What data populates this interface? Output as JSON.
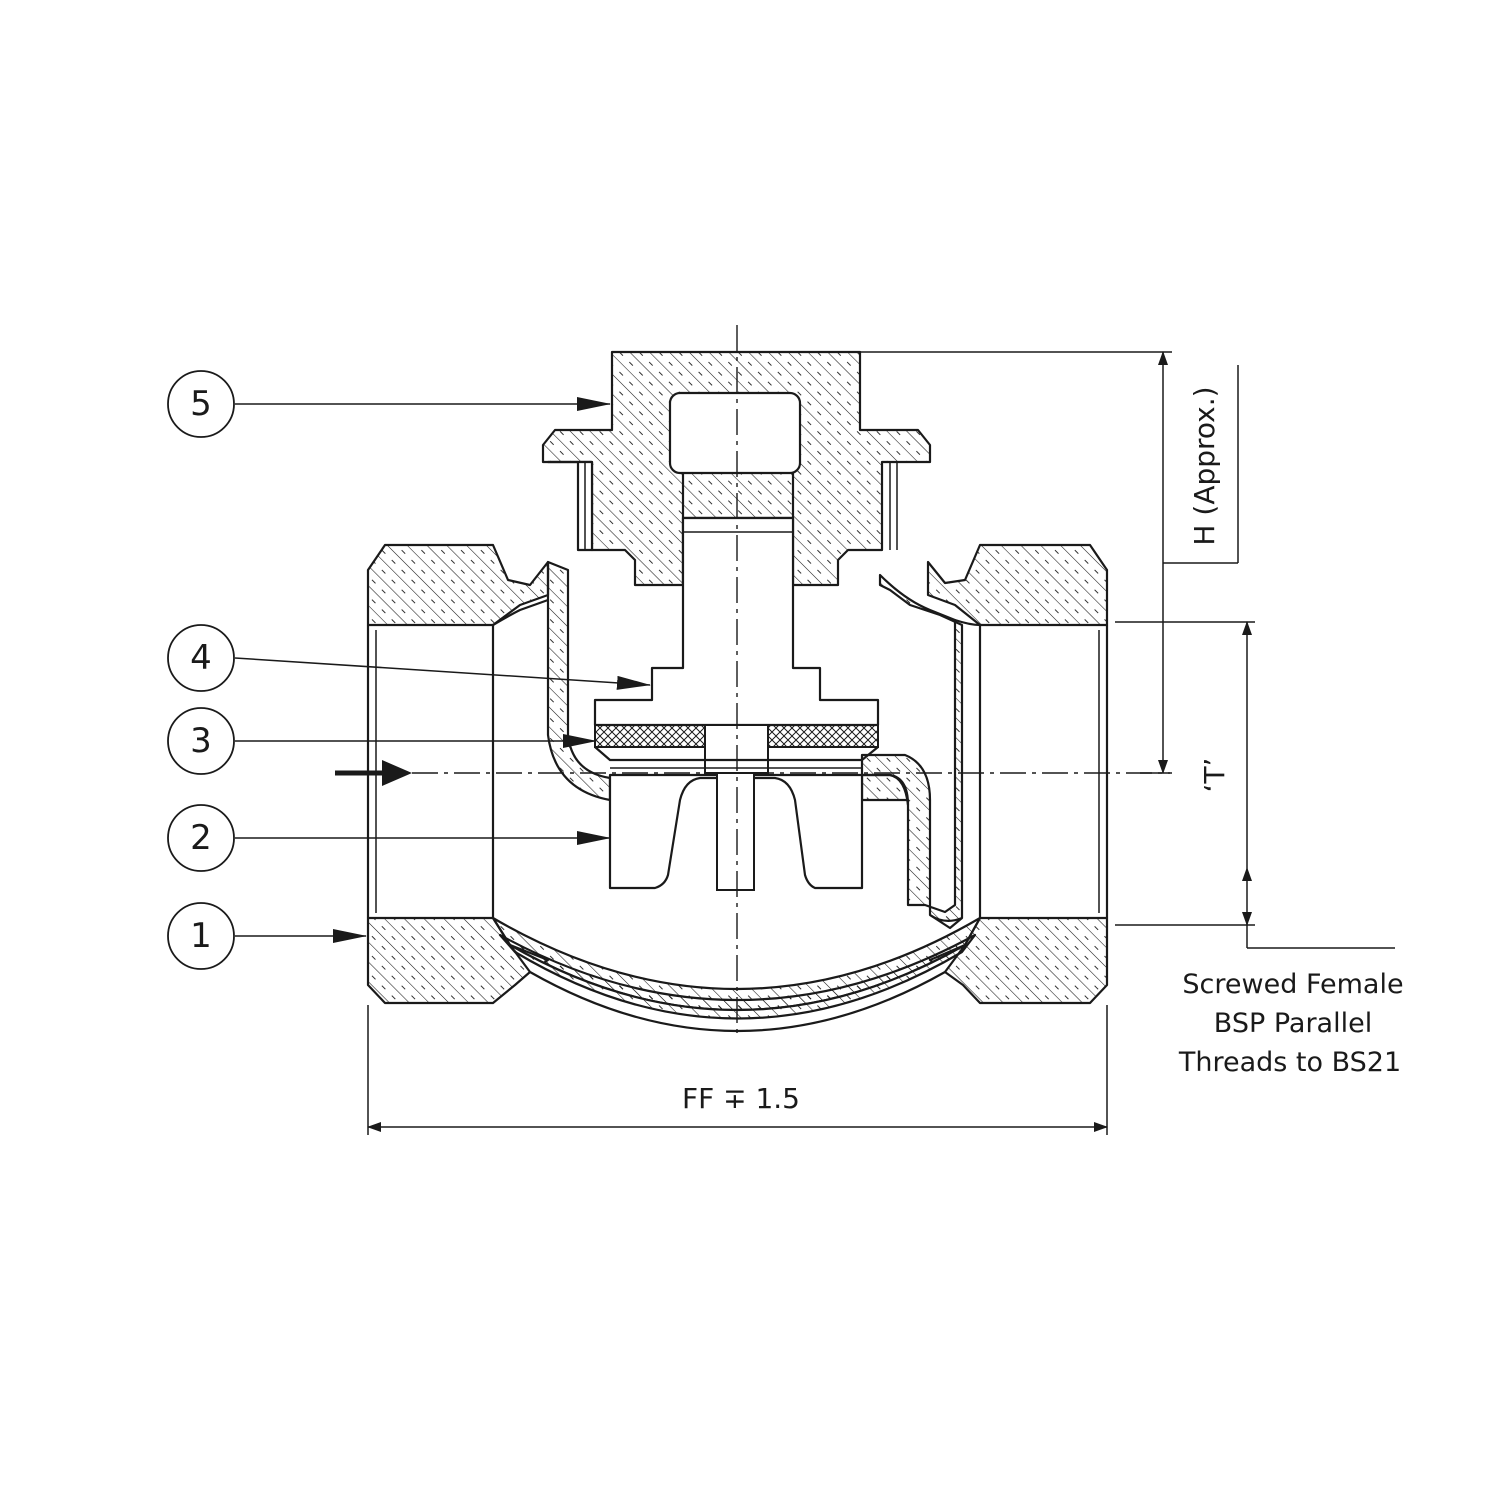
{
  "balloons": [
    {
      "number": "1"
    },
    {
      "number": "2"
    },
    {
      "number": "3"
    },
    {
      "number": "4"
    },
    {
      "number": "5"
    }
  ],
  "dimensions": {
    "face_to_face": "FF ∓ 1.5",
    "height": "H (Approx.)",
    "thread_size": "‘T’"
  },
  "note": {
    "lines": [
      "Screwed Female",
      "BSP Parallel",
      "Threads to BS21"
    ]
  }
}
